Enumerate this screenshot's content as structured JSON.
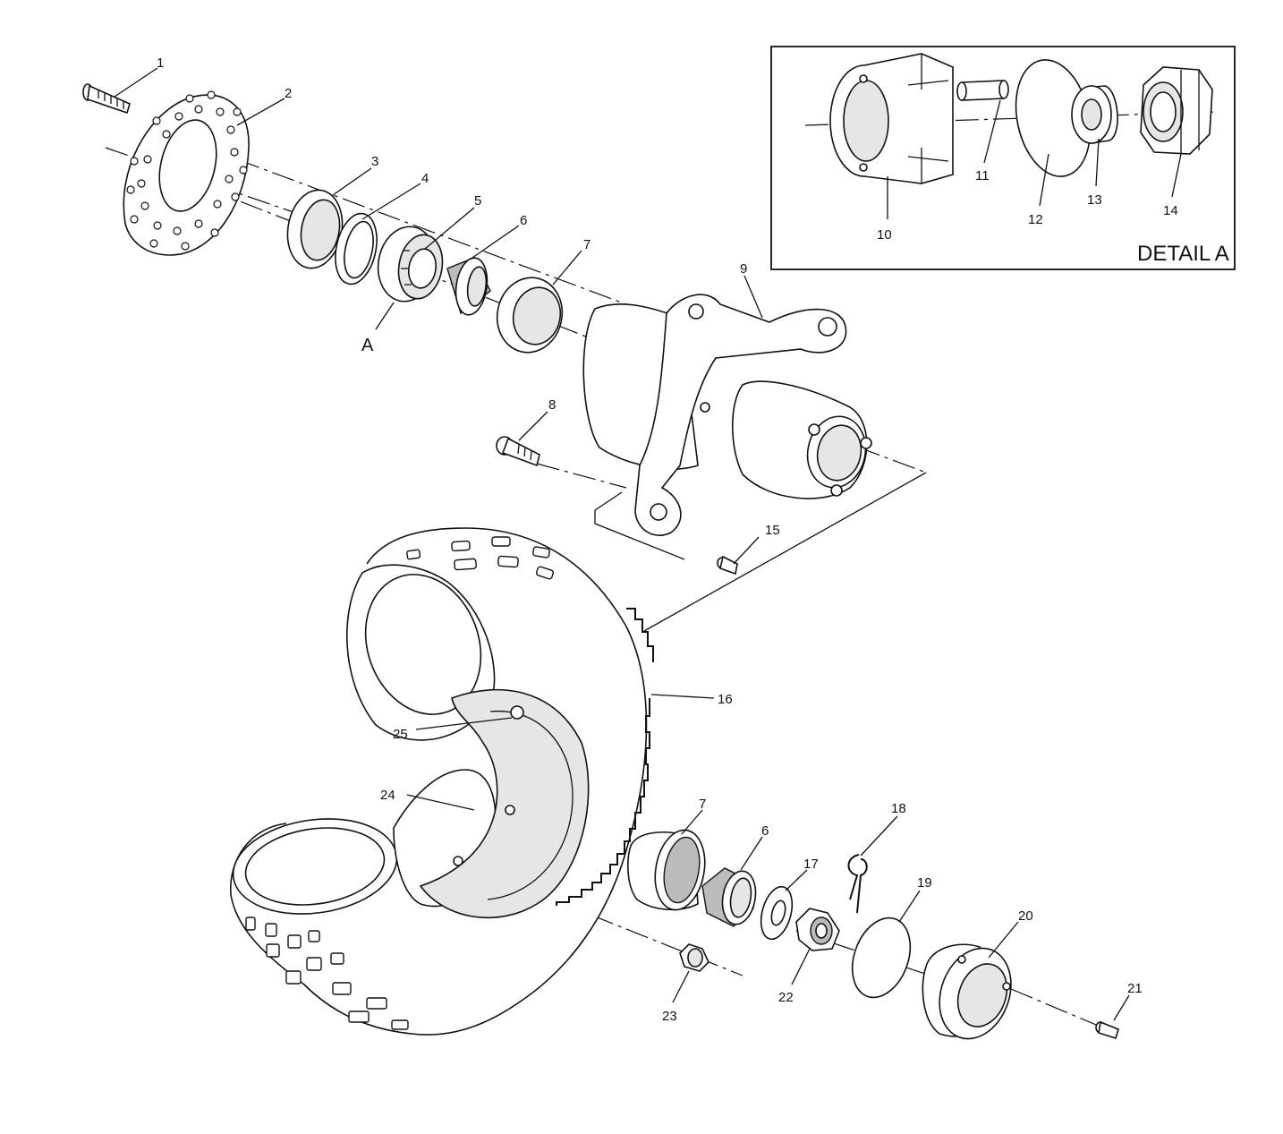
{
  "detail_box": {
    "title": "DETAIL A"
  },
  "callouts": {
    "p1": "1",
    "p2": "2",
    "p3": "3",
    "p4": "4",
    "p5": "5",
    "p6a": "6",
    "p7a": "7",
    "pA": "A",
    "p8": "8",
    "p9": "9",
    "p10": "10",
    "p11": "11",
    "p12": "12",
    "p13": "13",
    "p14": "14",
    "p15": "15",
    "p16": "16",
    "p25": "25",
    "p24": "24",
    "p7b": "7",
    "p6b": "6",
    "p17": "17",
    "p18": "18",
    "p19": "19",
    "p20": "20",
    "p21": "21",
    "p22": "22",
    "p23": "23"
  }
}
